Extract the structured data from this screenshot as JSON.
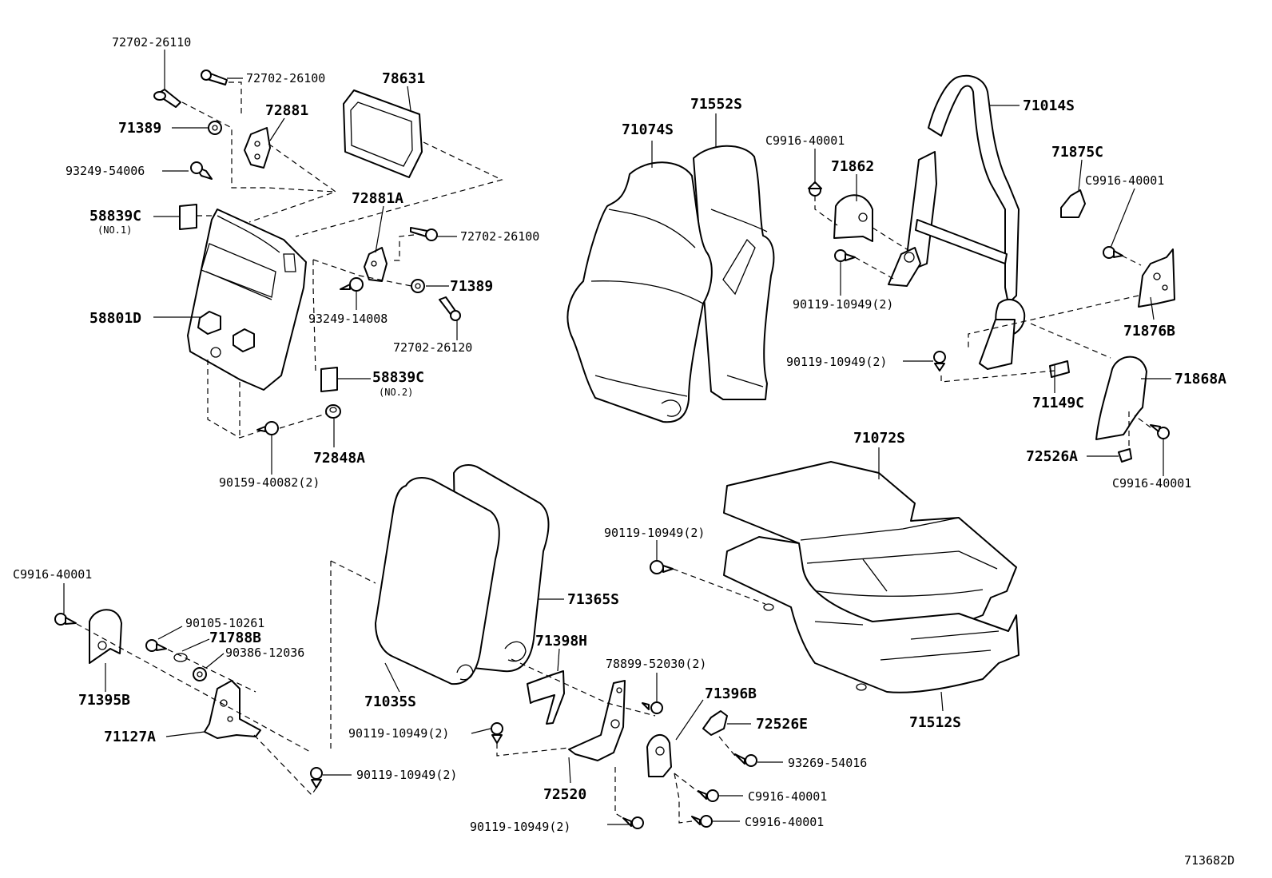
{
  "labels": {
    "p72702_26110": "72702-26110",
    "p72702_26100_a": "72702-26100",
    "p78631": "78631",
    "p72881": "72881",
    "p71389_a": "71389",
    "p93249_54006": "93249-54006",
    "p72881a": "72881A",
    "p58839c_1": "58839C",
    "p58839c_1_sub": "(NO.1)",
    "p72702_26100_b": "72702-26100",
    "p71389_b": "71389",
    "p93249_14008": "93249-14008",
    "p58801d": "58801D",
    "p72702_26120": "72702-26120",
    "p58839c_2": "58839C",
    "p58839c_2_sub": "(NO.2)",
    "p72848a": "72848A",
    "p90159_40082": "90159-40082(2)",
    "p71074s": "71074S",
    "p71552s": "71552S",
    "pc9916_a": "C9916-40001",
    "p71862": "71862",
    "p71014s": "71014S",
    "p71875c": "71875C",
    "pc9916_b": "C9916-40001",
    "p90119_a": "90119-10949(2)",
    "p71876b": "71876B",
    "p90119_b": "90119-10949(2)",
    "p71868a": "71868A",
    "p71149c": "71149C",
    "p72526a": "72526A",
    "pc9916_c": "C9916-40001",
    "p71072s": "71072S",
    "p90119_c": "90119-10949(2)",
    "p71512s": "71512S",
    "pc9916_d": "C9916-40001",
    "p90105_10261": "90105-10261",
    "p71788b": "71788B",
    "p90386_12036": "90386-12036",
    "p71395b": "71395B",
    "p71127a": "71127A",
    "p90119_d": "90119-10949(2)",
    "p71365s": "71365S",
    "p71398h": "71398H",
    "p71035s": "71035S",
    "p78899_52030": "78899-52030(2)",
    "p90119_e": "90119-10949(2)",
    "p71396b": "71396B",
    "p72526e": "72526E",
    "p93269_54016": "93269-54016",
    "p72520": "72520",
    "pc9916_e": "C9916-40001",
    "p90119_f": "90119-10949(2)",
    "pc9916_f": "C9916-40001",
    "illustration_no": "713682D"
  }
}
